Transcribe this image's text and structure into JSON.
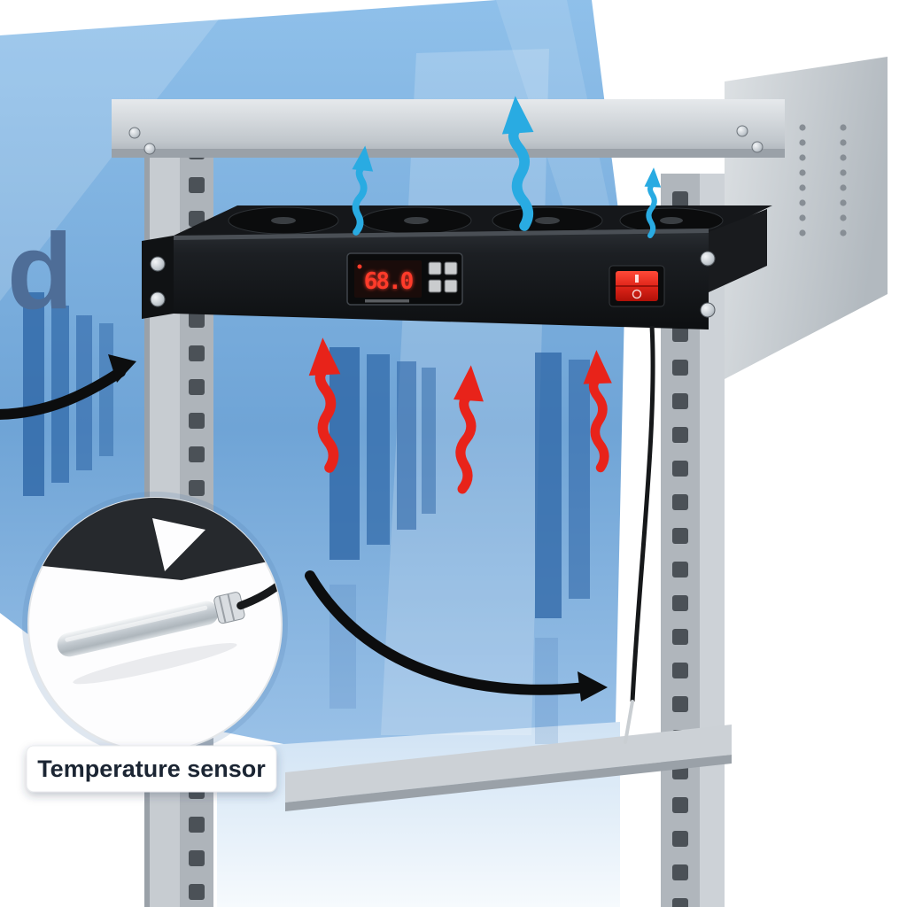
{
  "scene": {
    "partial_word": "d",
    "fan_unit": {
      "display_value": "68.0",
      "description": "1U rack-mount fan tray with digital thermostat",
      "switch": "power-rocker-switch"
    },
    "label": {
      "text": "Temperature sensor"
    },
    "colors": {
      "cool_air": "#29abe2",
      "hot_air": "#e8231a",
      "scene_blue": "#7fb0e0",
      "rack_gray": "#ccd1d6",
      "unit_black": "#17191c",
      "display_red": "#ff3b2a",
      "switch_red": "#e0251a",
      "label_text": "#1b2533",
      "partial_word_color": "#4e6d97"
    },
    "icons": {
      "cool_air_arrow": "wavy-up-arrow",
      "hot_air_arrow": "wavy-up-arrow",
      "pointer_arrow": "curved-black-arrow",
      "temperature_probe": "metal-probe-with-cable",
      "power_switch": "red-rocker"
    }
  }
}
